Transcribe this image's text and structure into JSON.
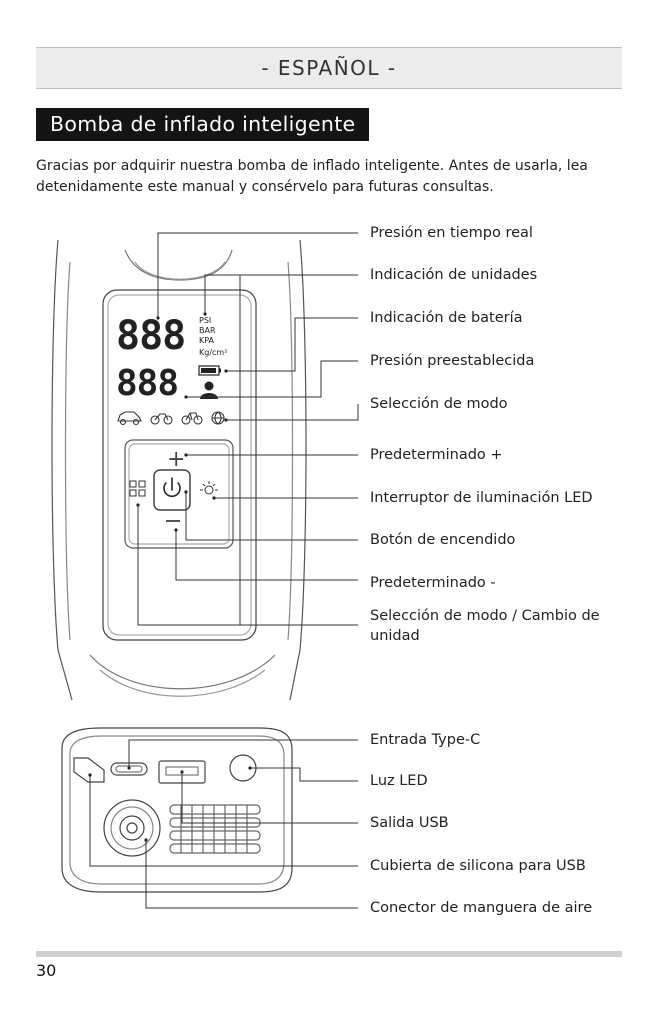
{
  "header": {
    "language": "- ESPAÑOL -"
  },
  "title": "Bomba de inflado inteligente",
  "intro": "Gracias por adquirir nuestra bomba de inflado inteligente. Antes de usarla, lea detenidamente este manual y consérvelo para futuras consultas.",
  "display": {
    "digits_top": "888",
    "digits_bottom": "888",
    "units": [
      "PSI",
      "BAR",
      "KPA",
      "Kg/cm²"
    ],
    "plus_symbol": "+"
  },
  "front_labels": [
    "Presión en tiempo real",
    "Indicación de unidades",
    "Indicación de batería",
    "Presión preestablecida",
    "Selección de modo",
    "Predeterminado  +",
    "Interruptor de iluminación LED",
    "Botón de encendido",
    "Predeterminado  -",
    "Selección de modo / Cambio de unidad"
  ],
  "bottom_labels": [
    "Entrada Type-C",
    "Luz LED",
    "Salida USB",
    "Cubierta de silicona para USB",
    "Conector de manguera de aire"
  ],
  "icons": [
    "car-icon",
    "motorcycle-icon",
    "bicycle-icon",
    "ball-icon",
    "mode-grid-icon",
    "power-icon",
    "light-icon",
    "battery-icon",
    "person-icon"
  ],
  "footer": {
    "page_number": "30"
  }
}
